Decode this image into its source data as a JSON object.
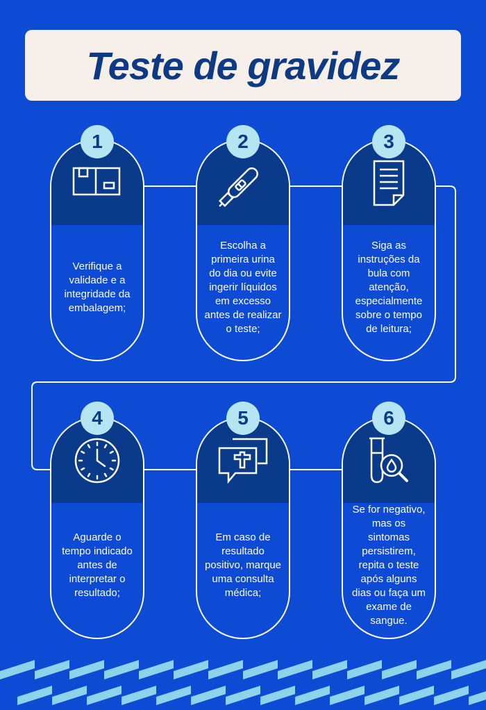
{
  "title": "Teste de gravidez",
  "steps": [
    {
      "number": "1",
      "icon": "box-icon",
      "text": "Verifique a validade e a integridade da embalagem;"
    },
    {
      "number": "2",
      "icon": "pregnancy-test-icon",
      "text": "Escolha a primeira urina do dia ou evite ingerir líquidos em excesso antes de realizar o teste;"
    },
    {
      "number": "3",
      "icon": "document-icon",
      "text": "Siga as instruções da bula com atenção, especialmente sobre o tempo de leitura;"
    },
    {
      "number": "4",
      "icon": "clock-icon",
      "text": "Aguarde o tempo indicado antes de interpretar o resultado;"
    },
    {
      "number": "5",
      "icon": "medical-chat-icon",
      "text": "Em caso de resultado positivo, marque uma consulta médica;"
    },
    {
      "number": "6",
      "icon": "lab-test-icon",
      "text": "Se for negativo, mas os sintomas persistirem, repita o teste após alguns dias ou faça um exame de sangue."
    }
  ],
  "colors": {
    "background": "#0e4bd4",
    "dark_blue": "#0a3a8a",
    "light_blue": "#b5e4f3",
    "title_bg": "#f7f0ea"
  }
}
